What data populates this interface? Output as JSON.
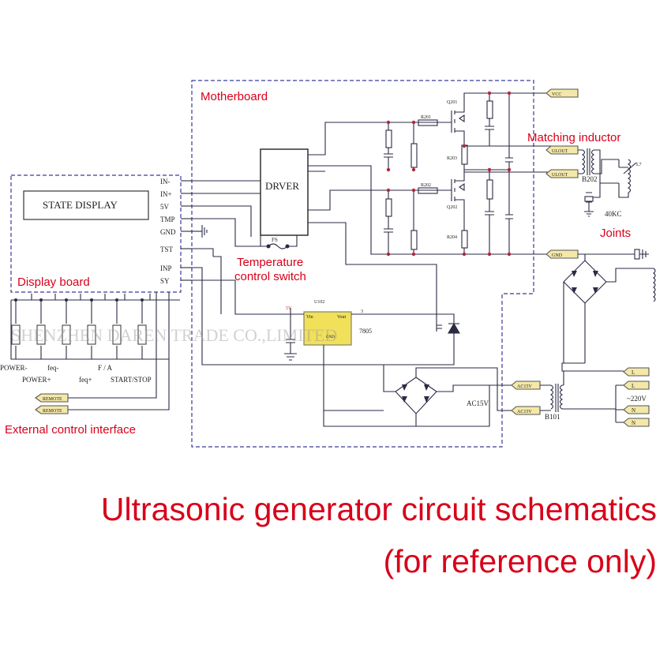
{
  "caption": {
    "title": "Ultrasonic generator circuit schematics",
    "subtitle": "(for reference only)"
  },
  "labels": {
    "motherboard": "Motherboard",
    "display_board": "Display board",
    "matching_inductor": "Matching inductor",
    "joints": "Joints",
    "temperature_switch_line1": "Temperature",
    "temperature_switch_line2": "control switch",
    "external_interface": "External control interface"
  },
  "display_board": {
    "state_display": "STATE DISPLAY",
    "pins": [
      "IN-",
      "IN+",
      "5V",
      "TMP",
      "GND",
      "TST",
      "INP",
      "SY"
    ],
    "buttons_top": [
      "POWER-",
      "feq-",
      "F / A"
    ],
    "buttons_bottom": [
      "POWER+",
      "feq+",
      "START/STOP"
    ],
    "remote_tags": [
      "REMOTE",
      "REMOTE"
    ]
  },
  "components": {
    "driver": "DRVER",
    "fuse": "FS",
    "regulator_ref": "U102",
    "regulator_part": "7805",
    "reg_vin": "Vin",
    "reg_vout": "Vout",
    "reg_gnd": "GND",
    "reg_pin3": "3",
    "reg_5v": "5V",
    "q201": "Q201",
    "q202": "Q202",
    "r201": "R201",
    "r202": "R202",
    "r203": "R203",
    "r204": "R204",
    "b202": "B202",
    "b101": "B101",
    "transducer": "40KC",
    "ac15v": "AC15V",
    "l7": "L7"
  },
  "connectors": {
    "vcc": "VCC",
    "ulout1": "ULOUT",
    "ulout2": "ULOUT",
    "gnd": "GND",
    "ac15v_a": "AC15V",
    "ac15v_b": "AC15V",
    "mains": "~220V",
    "l1": "L",
    "l2": "L",
    "n1": "N",
    "n2": "N"
  },
  "watermark": "SHENZHEN DAREN TRADE CO.,LIMITED"
}
